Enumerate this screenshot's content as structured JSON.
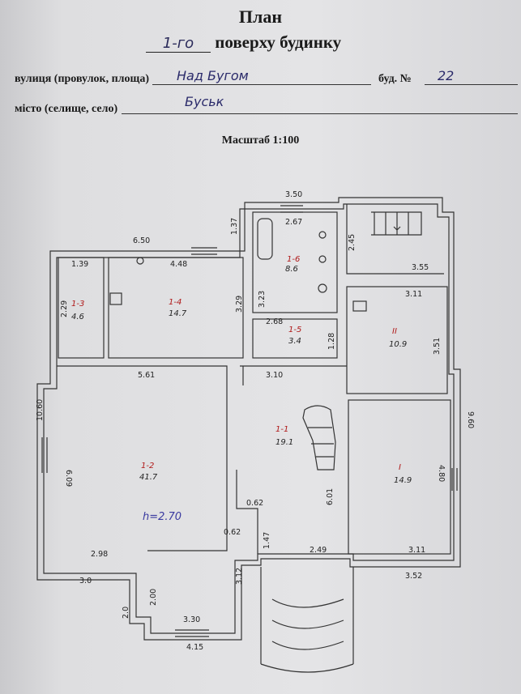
{
  "header": {
    "title": "План",
    "floor_value": "1-го",
    "floor_suffix": "поверху будинку",
    "street_label": "вулиця (провулок, площа)",
    "street_value": "Над Бугом",
    "house_label": "буд. №",
    "house_value": "22",
    "city_label": "місто (селище, село)",
    "city_value": "Буськ",
    "scale": "Масштаб 1:100"
  },
  "plan": {
    "rooms": [
      {
        "id": "1-1",
        "area": "19.1"
      },
      {
        "id": "1-2",
        "area": "41.7"
      },
      {
        "id": "1-3",
        "area": "4.6"
      },
      {
        "id": "1-4",
        "area": "14.7"
      },
      {
        "id": "1-5",
        "area": "3.4"
      },
      {
        "id": "1-6",
        "area": "8.6"
      },
      {
        "id": "II",
        "area": "10.9"
      },
      {
        "id": "I",
        "area": "14.9"
      }
    ],
    "height_note": "h=2.70",
    "dims": {
      "top_350": "3.50",
      "d267": "2.67",
      "d137": "1.37",
      "d245": "2.45",
      "d650": "6.50",
      "d139": "1.39",
      "d448": "4.48",
      "d355": "3.55",
      "d329": "3.29",
      "d323": "3.23",
      "d229": "2.29",
      "d311a": "3.11",
      "d268": "2.68",
      "d128": "1.28",
      "d351": "3.51",
      "d561": "5.61",
      "d310": "3.10",
      "d1060": "10.60",
      "d960": "9.60",
      "d609": "6.09",
      "d480": "4.80",
      "d601": "6.01",
      "d062a": "0.62",
      "d062b": "0.62",
      "d147": "1.47",
      "d298": "2.98",
      "d249": "2.49",
      "d311b": "3.11",
      "d352": "3.52",
      "d30": "3.0",
      "d312": "3.12",
      "d200": "2.00",
      "d20": "2.0",
      "d330": "3.30",
      "d415": "4.15"
    }
  }
}
